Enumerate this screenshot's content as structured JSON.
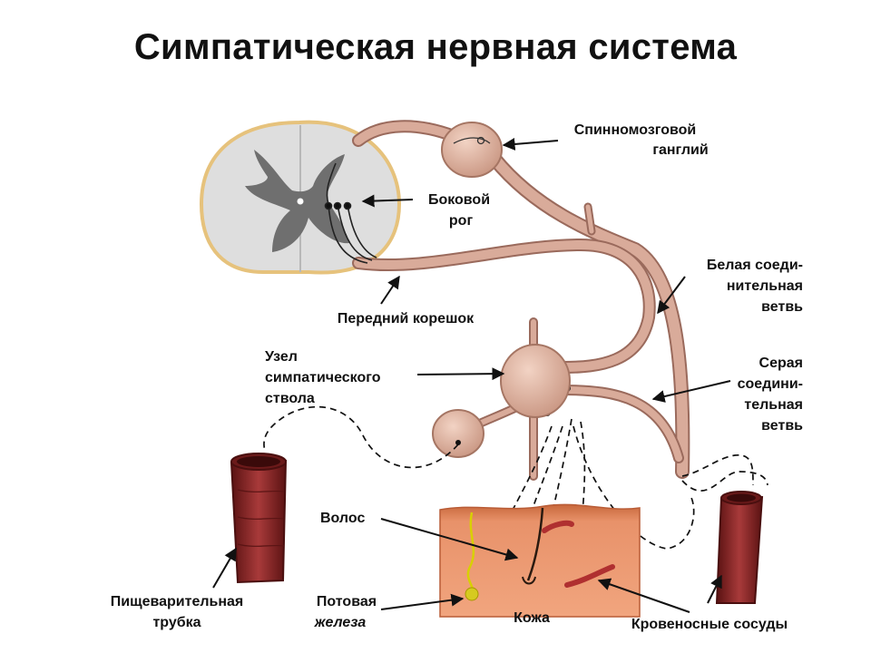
{
  "title": "Симпатическая нервная система",
  "labels": {
    "spinal_ganglion": [
      "Спинномозговой",
      "ганглий"
    ],
    "lateral_horn": [
      "Боковой",
      "рог"
    ],
    "white_ramus": [
      "Белая соеди-",
      "нительная",
      "ветвь"
    ],
    "anterior_root": "Передний корешок",
    "trunk_node": [
      "Узел",
      "симпатического",
      "ствола"
    ],
    "gray_ramus": [
      "Серая",
      "соедини-",
      "тельная",
      "ветвь"
    ],
    "hair": "Волос",
    "digestive_tube": [
      "Пищеварительная",
      "трубка"
    ],
    "sweat_gland": [
      "Потовая",
      "железа"
    ],
    "skin": "Кожа",
    "blood_vessels": "Кровеносные сосуды"
  },
  "colors": {
    "nerve": "#d7a898",
    "nerve_outline": "#9a6a5c",
    "ganglion": "#e3b9a8",
    "cord_white": "#dcdcdc",
    "cord_gray": "#6c6c6c",
    "cord_border": "#e3c07a",
    "skin": "#e08a5a",
    "vessel": "#8e2a2a"
  }
}
